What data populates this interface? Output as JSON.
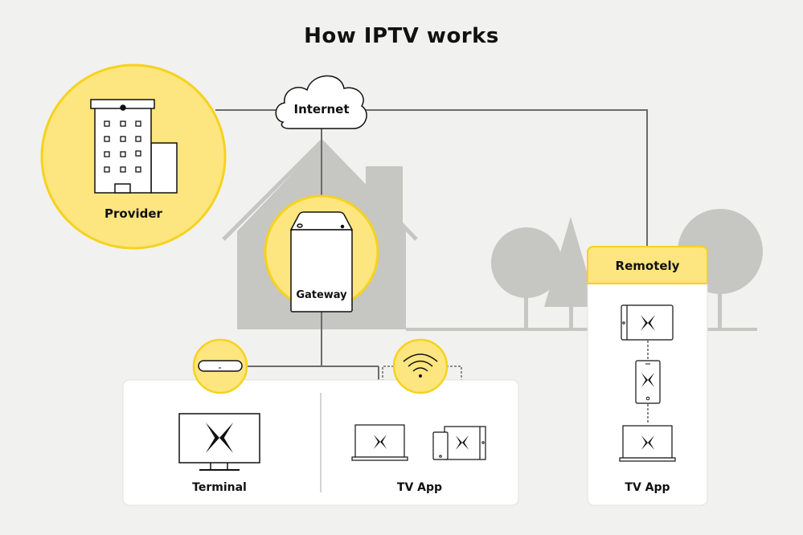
{
  "title": "How IPTV works",
  "colors": {
    "background": "#f1f1f0",
    "yellow_fill": "#fde57f",
    "yellow_stroke": "#f5d31e",
    "house_gray": "#c6c6c2",
    "line_gray": "#6b6b6b",
    "panel_white": "#ffffff"
  },
  "nodes": {
    "provider": {
      "label": "Provider",
      "icon": "building-icon"
    },
    "internet": {
      "label": "Internet",
      "icon": "cloud-icon"
    },
    "gateway": {
      "label": "Gateway",
      "icon": "router-icon"
    },
    "set_top_box": {
      "icon": "set-top-box-icon"
    },
    "wifi": {
      "icon": "wifi-icon"
    }
  },
  "home_panel": {
    "terminal": {
      "label": "Terminal",
      "icon": "tv-icon"
    },
    "tv_app": {
      "label": "TV App",
      "icons": [
        "laptop-icon",
        "phone-icon",
        "tablet-icon"
      ]
    }
  },
  "remote_panel": {
    "header": "Remotely",
    "label": "TV App",
    "icons": [
      "tablet-icon",
      "phone-icon",
      "laptop-icon"
    ]
  }
}
